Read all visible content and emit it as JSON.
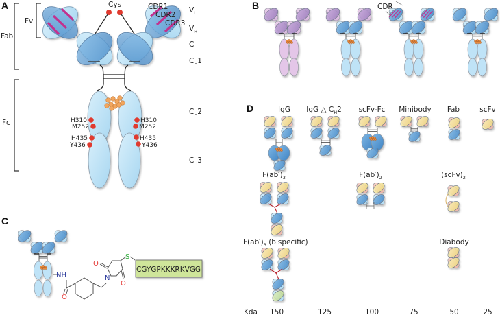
{
  "panels": {
    "A": {
      "letter": "A",
      "brackets": {
        "fab": "Fab",
        "fv": "Fv",
        "fc": "Fc"
      },
      "top_label": "Cys",
      "cdr_labels": [
        "CDR1",
        "CDR2",
        "CDR3"
      ],
      "domain_labels": [
        {
          "main": "V",
          "sub": "L"
        },
        {
          "main": "V",
          "sub": "H"
        },
        {
          "main": "C",
          "sub": "l"
        },
        {
          "main": "C",
          "sub": "H",
          "suffix": "1"
        },
        {
          "main": "C",
          "sub": "H",
          "suffix": "2"
        },
        {
          "main": "C",
          "sub": "H",
          "suffix": "3"
        }
      ],
      "residues_left": [
        "H310",
        "M252",
        "H435",
        "Y436"
      ],
      "residues_right": [
        "H310",
        "M252",
        "H435",
        "Y436"
      ]
    },
    "B": {
      "letter": "B",
      "cdr_label": "CDR",
      "antibodies": [
        {
          "type": "murine",
          "color": "#d9b3dc"
        },
        {
          "type": "chimeric",
          "color": "#b9e0f5"
        },
        {
          "type": "humanized",
          "color": "#b9e0f5"
        },
        {
          "type": "human",
          "color": "#b9e0f5"
        }
      ]
    },
    "C": {
      "letter": "C",
      "chem_labels": {
        "nh": "NH",
        "o1": "O",
        "o2": "O",
        "o3": "O",
        "n": "N",
        "s": "S"
      },
      "peptide": "CGYGPKKKRKVGG"
    },
    "D": {
      "letter": "D",
      "row1": [
        "IgG",
        "IgG △ C",
        "scFv-Fc",
        "Minibody",
        "Fab",
        "scFv"
      ],
      "igg_dch2_sub": "H",
      "igg_dch2_suffix": "2",
      "row2": [
        {
          "main": "F(ab′)",
          "sub": "3"
        },
        {
          "main": "F(ab′)",
          "sub": "2"
        },
        {
          "main": "(scFv)",
          "sub": "2"
        }
      ],
      "row3": [
        {
          "main": "F(ab′)",
          "sub": "3",
          "suffix": " (bispecific)"
        },
        {
          "main": "Diabody"
        }
      ],
      "kda_axis": {
        "label": "Kda",
        "ticks": [
          "150",
          "125",
          "100",
          "75",
          "50",
          "25"
        ]
      }
    }
  },
  "colors": {
    "light_blue": "#bfe3f7",
    "dark_blue": "#5b9bd5",
    "purple_light": "#e0c2e2",
    "purple_dark": "#b292c9",
    "cdr_magenta": "#c2318f",
    "residue_red": "#e03a2f",
    "glycan_orange": "#f2a65e",
    "yellow": "#f6e7a0",
    "pink": "#f2c4b8",
    "green_box": "#cfe59a",
    "linker_red": "#b8202a"
  }
}
